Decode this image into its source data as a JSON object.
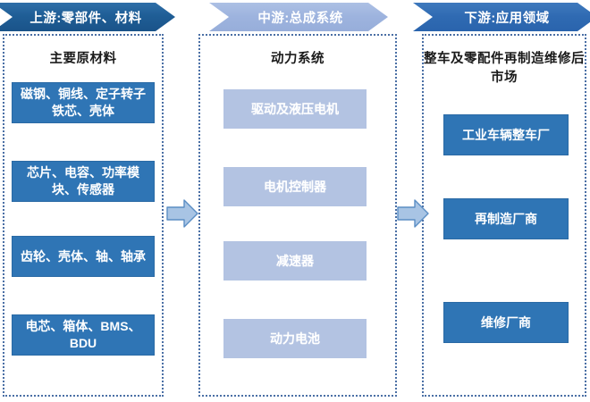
{
  "diagram": {
    "title_bar": {
      "upstream": "上游:零部件、材料",
      "midstream": "中游:总成系统",
      "downstream": "下游:应用领域"
    },
    "columns": [
      {
        "id": "upstream",
        "header": "上游:零部件、材料",
        "title": "主要原材料",
        "style": "dark",
        "items": [
          "磁钢、铜线、定子转子铁芯、壳体",
          "芯片、电容、功率模块、传感器",
          "齿轮、壳体、轴、轴承",
          "电芯、箱体、BMS、BDU"
        ]
      },
      {
        "id": "midstream",
        "header": "中游:总成系统",
        "title": "动力系统",
        "style": "light",
        "items": [
          "驱动及液压电机",
          "电机控制器",
          "减速器",
          "动力电池"
        ]
      },
      {
        "id": "downstream",
        "header": "下游:应用领域",
        "title": "整车及零配件再制造维修后市场",
        "style": "dark",
        "items": [
          "工业车辆整车厂",
          "再制造厂商",
          "维修厂商"
        ]
      }
    ],
    "connectors": [
      {
        "name": "arrow-upstream-to-midstream",
        "direction": "right"
      },
      {
        "name": "arrow-midstream-to-downstream",
        "direction": "right"
      }
    ],
    "colors": {
      "header_dark": "#1f5e96",
      "header_light": "#9db3de",
      "header_medium": "#2f6ab2",
      "box_dark": "#2f75b5",
      "box_light": "#b3c3e2",
      "dotted_border": "#4a6fa5",
      "arrow_fill": "#a8c4e4",
      "arrow_stroke": "#5b8ec4",
      "background": "#ffffff"
    }
  }
}
